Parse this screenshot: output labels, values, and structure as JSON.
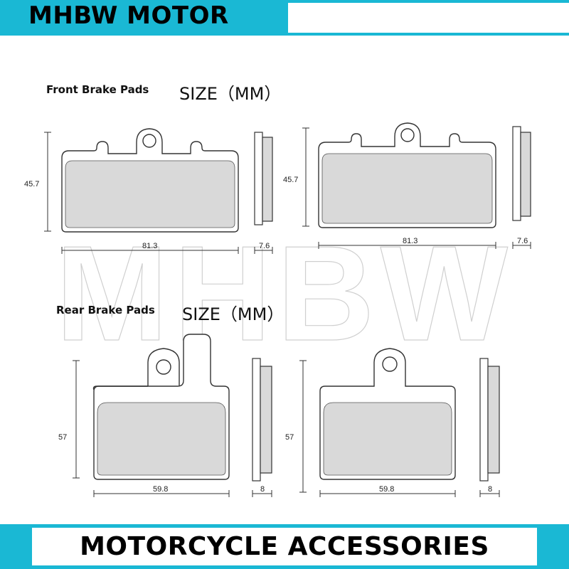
{
  "header": {
    "brand": "MHBW MOTOR",
    "accent_color": "#1ab8d4"
  },
  "watermark": "MHBW",
  "front": {
    "title": "Front Brake Pads",
    "size_label": "SIZE（MM）",
    "height": "45.7",
    "width": "81.3",
    "thickness": "7.6"
  },
  "rear": {
    "title": "Rear Brake Pads",
    "size_label": "SIZE（MM）",
    "height": "57",
    "width": "59.8",
    "thickness": "8"
  },
  "footer": {
    "tagline": "MOTORCYCLE ACCESSORIES"
  }
}
